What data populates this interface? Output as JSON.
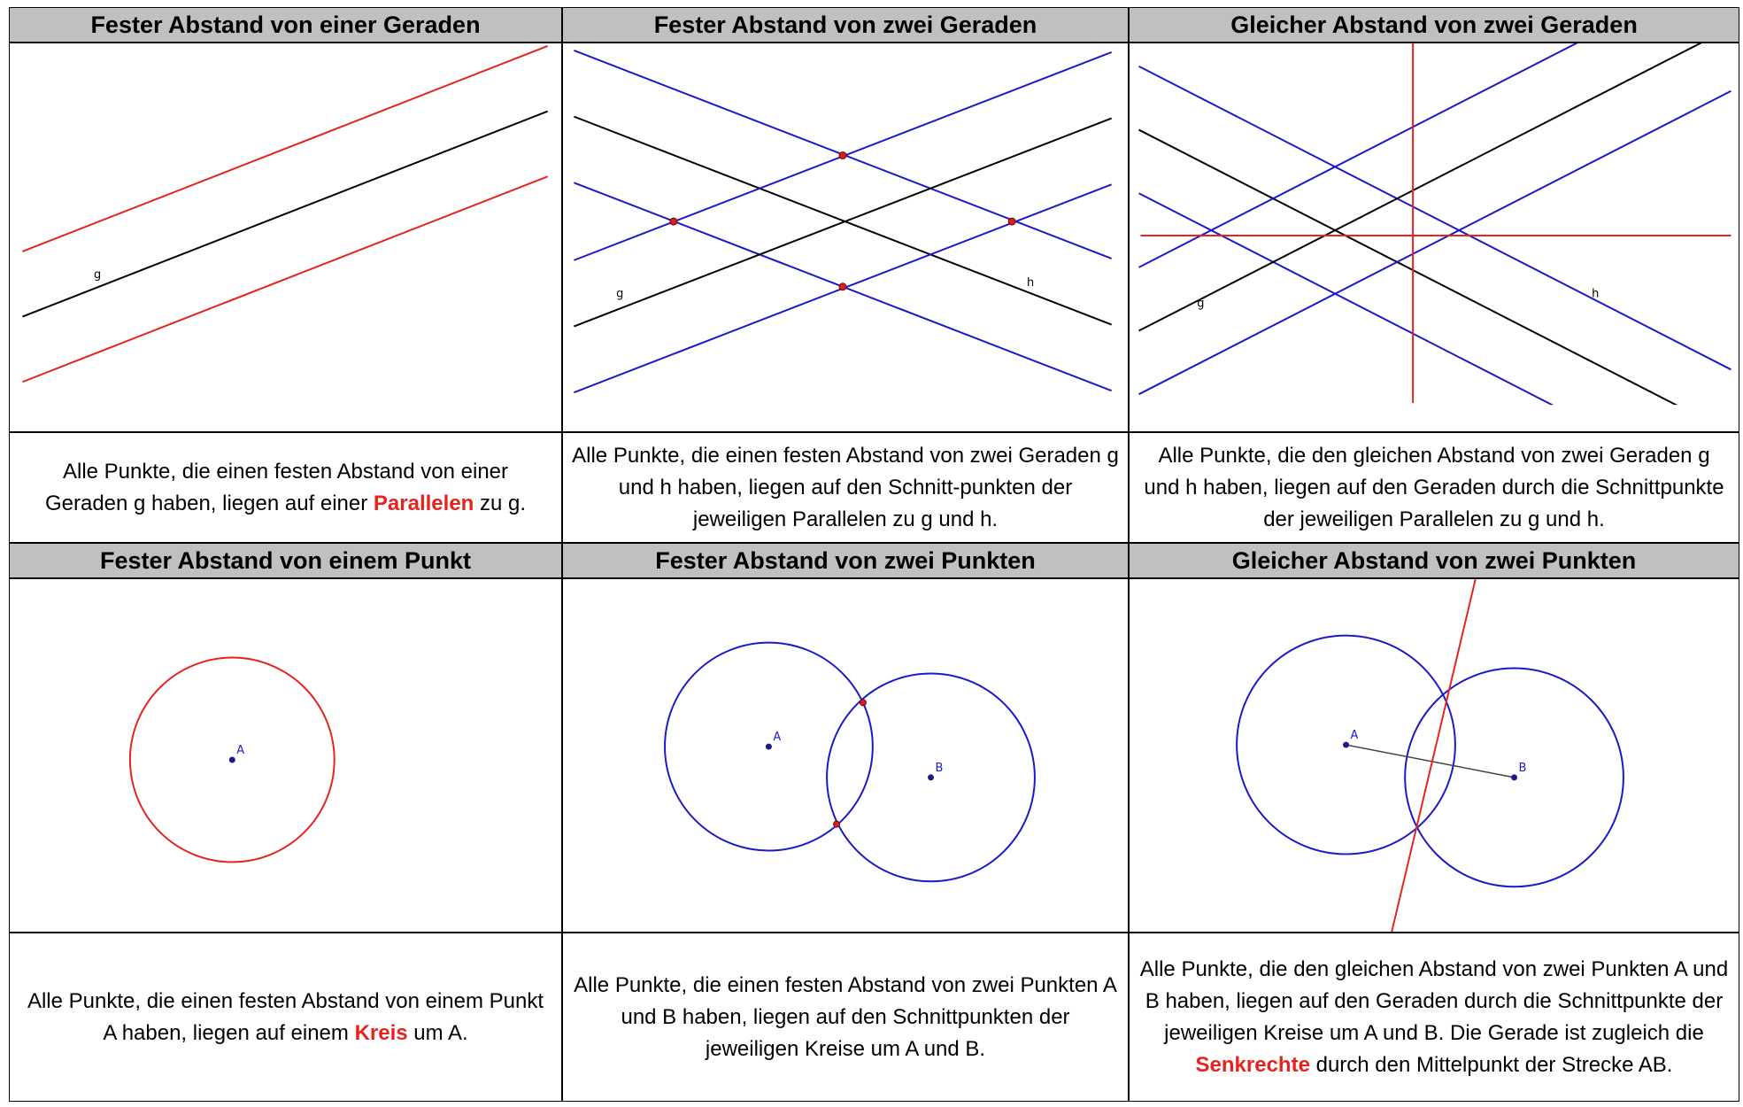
{
  "sections": [
    {
      "title": "Fester Abstand von einer Geraden",
      "caption_pre": "Alle Punkte, die einen festen Abstand von einer Geraden g haben, liegen auf einer ",
      "caption_hl": "Parallelen",
      "caption_post": " zu g.",
      "labels": [
        "g"
      ]
    },
    {
      "title": "Fester Abstand von zwei Geraden",
      "caption_pre": "Alle Punkte, die einen festen Abstand von zwei Geraden g und h haben, liegen auf den Schnitt-punkten der jeweiligen Parallelen zu g und h.",
      "caption_hl": "",
      "caption_post": "",
      "labels": [
        "g",
        "h"
      ]
    },
    {
      "title": "Gleicher Abstand von zwei Geraden",
      "caption_pre": "Alle Punkte, die den gleichen Abstand von zwei Geraden g und h haben, liegen auf den Geraden durch die Schnittpunkte der jeweiligen Parallelen zu g und h.",
      "caption_hl": "",
      "caption_post": "",
      "labels": [
        "g",
        "h"
      ]
    },
    {
      "title": "Fester Abstand von einem Punkt",
      "caption_pre": "Alle Punkte, die einen festen Abstand von einem Punkt A haben, liegen auf einem ",
      "caption_hl": "Kreis",
      "caption_post": " um A.",
      "labels": [
        "A"
      ]
    },
    {
      "title": "Fester Abstand von zwei Punkten",
      "caption_pre": "Alle Punkte, die einen festen Abstand von zwei Punkten A und B haben, liegen auf den Schnittpunkten der jeweiligen Kreise um A und B.",
      "caption_hl": "",
      "caption_post": "",
      "labels": [
        "A",
        "B"
      ]
    },
    {
      "title": "Gleicher Abstand von zwei Punkten",
      "caption_pre": "Alle Punkte, die den gleichen Abstand von zwei Punkten A und B haben, liegen auf den Geraden durch die Schnittpunkte der jeweiligen Kreise um A und B. Die Gerade ist zugleich die ",
      "caption_hl": "Senkrechte",
      "caption_post": " durch den Mittelpunkt der Strecke AB.",
      "labels": [
        "A",
        "B"
      ]
    }
  ],
  "colors": {
    "highlight": "#e52420",
    "construction": "#1a1ac8",
    "base": "#000000",
    "header_bg": "#c0c0c0"
  }
}
